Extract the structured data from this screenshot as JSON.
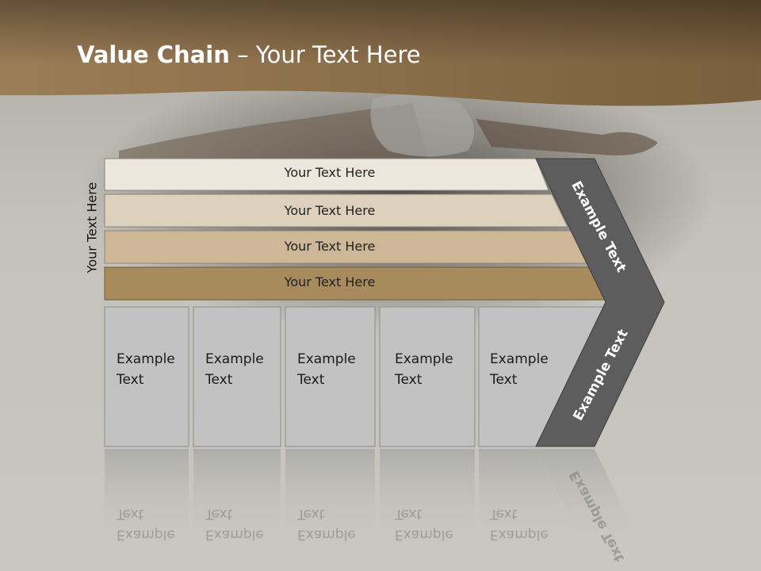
{
  "slide": {
    "title_bold": "Value Chain",
    "title_rest": " – Your Text Here",
    "side_label": "Your Text Here",
    "bars": [
      {
        "label": "Your Text Here",
        "color": "#ece6dd"
      },
      {
        "label": "Your Text Here",
        "color": "#ddd0bc"
      },
      {
        "label": "Your Text Here",
        "color": "#cdb797"
      },
      {
        "label": "Your Text Here",
        "color": "#a88b5c"
      }
    ],
    "cells": [
      {
        "line1": "Example",
        "line2": "Text"
      },
      {
        "line1": "Example",
        "line2": "Text"
      },
      {
        "line1": "Example",
        "line2": "Text"
      },
      {
        "line1": "Example",
        "line2": "Text"
      },
      {
        "line1": "Example",
        "line2": "Text"
      }
    ],
    "chevron_top": "Example Text",
    "chevron_bottom": "Example Text",
    "colors": {
      "header_brown": "#7e6444",
      "chevron_gray": "#5d5d5d",
      "cell_gray": "#c2c2c2"
    }
  }
}
